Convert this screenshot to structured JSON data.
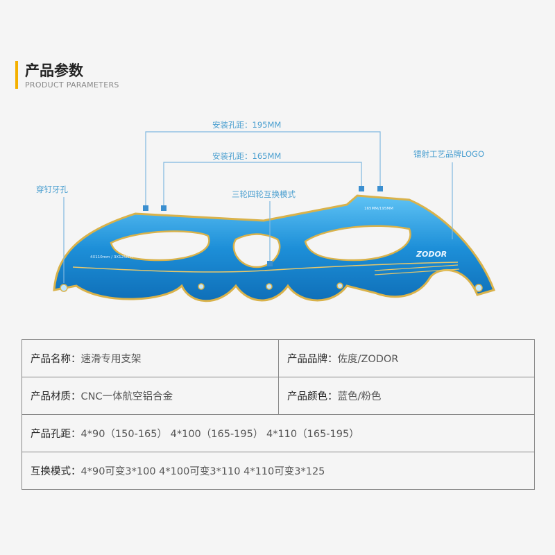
{
  "header": {
    "title": "产品参数",
    "subtitle": "PRODUCT PARAMETERS"
  },
  "diagram": {
    "callouts": {
      "hole_195": "安装孔距：195MM",
      "hole_165": "安装孔距：165MM",
      "three_four_wheel": "三轮四轮互换模式",
      "thread_hole": "穿钉牙孔",
      "laser_logo": "镭射工艺品牌LOGO"
    },
    "frame_marks": {
      "brand": "ZODOR",
      "left_spec": "4X110mm / 3X125MM",
      "right_spec": "165MM/195MM"
    },
    "colors": {
      "frame_blue": "#1d8fd8",
      "frame_gold": "#d9b24a",
      "callout_blue": "#4a9fd0"
    }
  },
  "specs": {
    "rows": [
      {
        "l1": "产品名称：",
        "v1": "速滑专用支架",
        "l2": "产品品牌：",
        "v2": "佐度/ZODOR"
      },
      {
        "l1": "产品材质：",
        "v1": "CNC一体航空铝合金",
        "l2": "产品颜色：",
        "v2": "蓝色/粉色"
      }
    ],
    "hole_label": "产品孔距：",
    "hole_value": "4*90（150-165） 4*100（165-195） 4*110（165-195）",
    "swap_label": "互换模式：",
    "swap_value": "4*90可变3*100  4*100可变3*110  4*110可变3*125"
  }
}
